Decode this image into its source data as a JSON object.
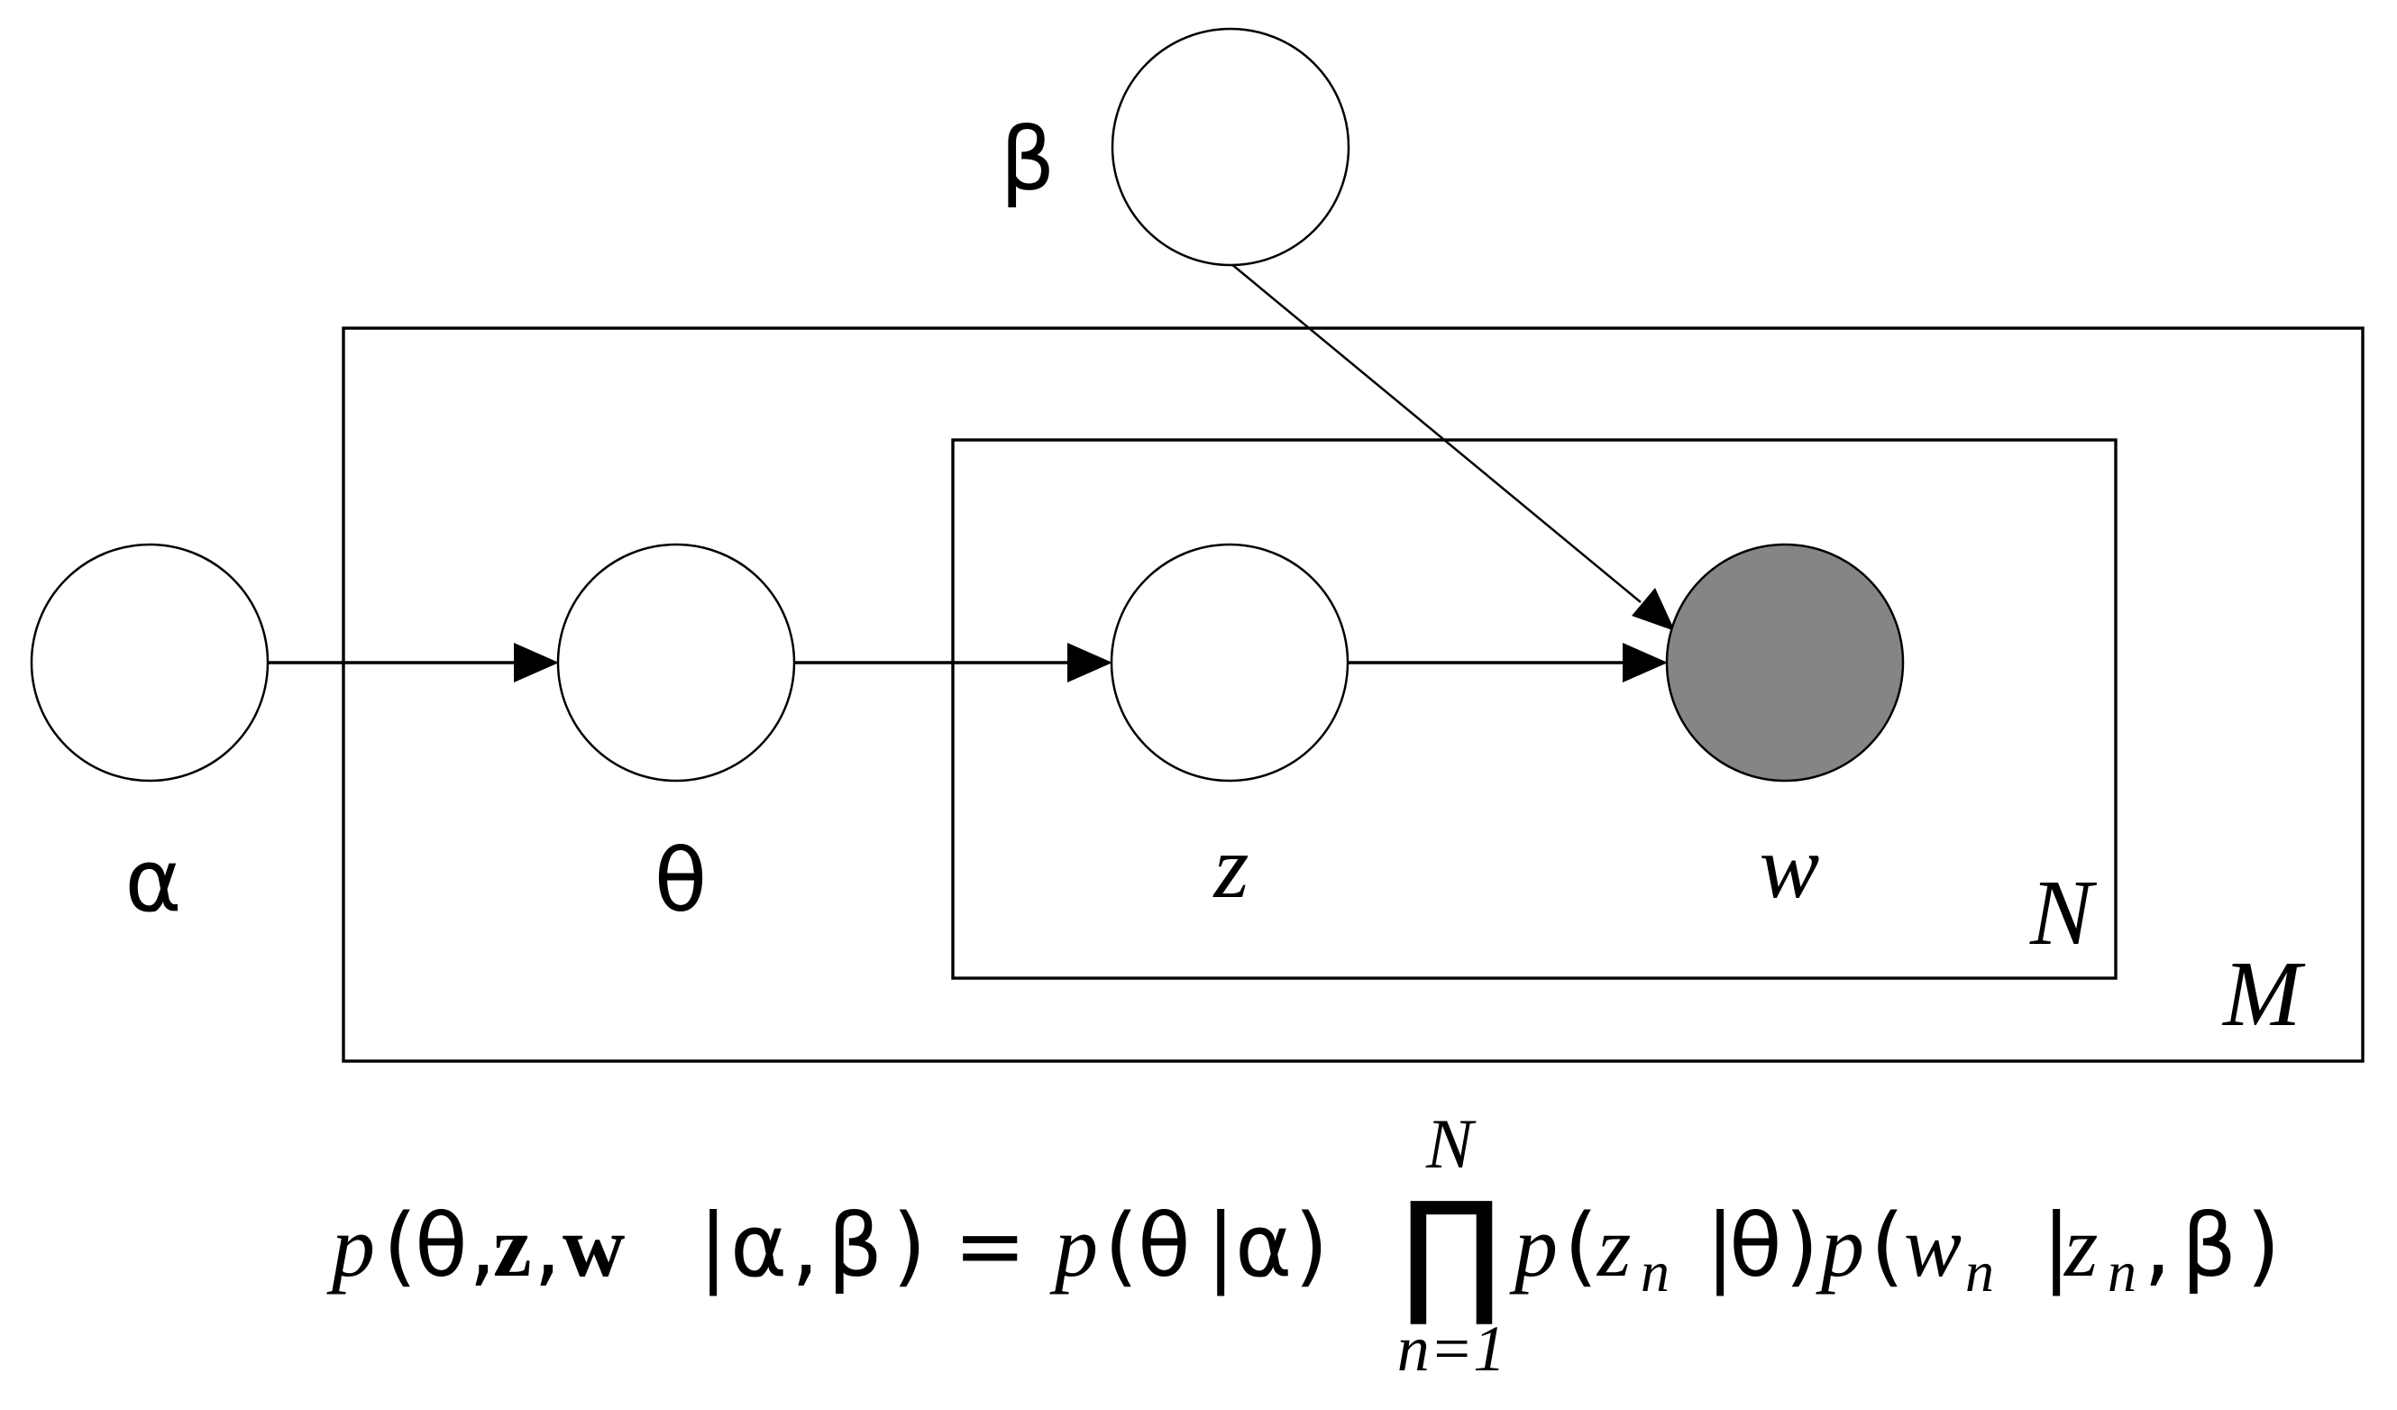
{
  "nodes": {
    "alpha": {
      "label": "α",
      "observed": false
    },
    "beta": {
      "label": "β",
      "observed": false
    },
    "theta": {
      "label": "θ",
      "observed": false
    },
    "z": {
      "label": "z",
      "observed": false
    },
    "w": {
      "label": "w",
      "observed": true
    }
  },
  "plates": {
    "outer": {
      "label": "M"
    },
    "inner": {
      "label": "N"
    }
  },
  "edges": [
    {
      "from": "alpha",
      "to": "theta"
    },
    {
      "from": "theta",
      "to": "z"
    },
    {
      "from": "z",
      "to": "w"
    },
    {
      "from": "beta",
      "to": "w"
    }
  ],
  "colors": {
    "observed_fill": "#858585",
    "latent_fill": "#ffffff",
    "stroke": "#000000"
  },
  "equation": {
    "lhs_p": "p",
    "lhs_open": "(",
    "lhs_theta": "θ",
    "comma1": ",",
    "lhs_z": "z",
    "comma2": ",",
    "lhs_w": "w",
    "bar1": "|",
    "lhs_alpha": "α",
    "comma3": ",",
    "lhs_beta": "β",
    "lhs_close": ")",
    "equals": "=",
    "rhs1_p": "p",
    "rhs1_open": "(",
    "rhs1_theta": "θ",
    "rhs1_bar": "|",
    "rhs1_alpha": "α",
    "rhs1_close": ")",
    "prod_symbol": "∏",
    "prod_upper": "N",
    "prod_lower": "n=1",
    "rhs2_p": "p",
    "rhs2_open": "(",
    "rhs2_z": "z",
    "rhs2_z_sub": "n",
    "rhs2_bar": "|",
    "rhs2_theta": "θ",
    "rhs2_close": ")",
    "rhs3_p": "p",
    "rhs3_open": "(",
    "rhs3_w": "w",
    "rhs3_w_sub": "n",
    "rhs3_bar": "|",
    "rhs3_z": "z",
    "rhs3_z_sub": "n",
    "rhs3_comma": ",",
    "rhs3_beta": "β",
    "rhs3_close": ")"
  }
}
